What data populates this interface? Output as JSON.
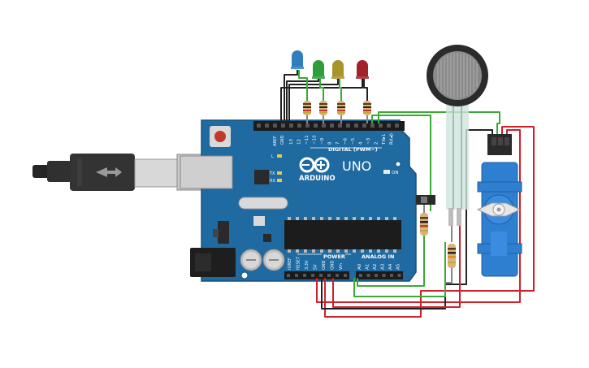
{
  "board": {
    "brand": "ARDUINO",
    "model": "UNO",
    "aref": "AREF",
    "gnd": "GND",
    "digital_label": "DIGITAL (PWM~)",
    "power_label": "POWER",
    "analog_label": "ANALOG IN",
    "led_l": "L",
    "led_tx": "TX",
    "led_rx": "RX",
    "on_label": "ON",
    "digital_pins": [
      "13",
      "12",
      "~11",
      "~10",
      "~9",
      "8",
      "7",
      "~6",
      "~5",
      "4",
      "~3",
      "2",
      "TX▸1",
      "RX◂0"
    ],
    "power_pins": [
      "IOREF",
      "RESET",
      "3.3V",
      "5V",
      "GND",
      "GND",
      "Vin"
    ],
    "analog_pins": [
      "A0",
      "A1",
      "A2",
      "A3",
      "A4",
      "A5"
    ]
  },
  "components": {
    "leds": [
      {
        "color": "#2f7fbf",
        "name": "blue-led"
      },
      {
        "color": "#2f9e3a",
        "name": "green-led"
      },
      {
        "color": "#a8942a",
        "name": "yellow-led"
      },
      {
        "color": "#a1222a",
        "name": "red-led"
      }
    ],
    "wire_colors": {
      "black": "#222222",
      "red": "#d0202a",
      "green": "#3aaa35"
    }
  }
}
